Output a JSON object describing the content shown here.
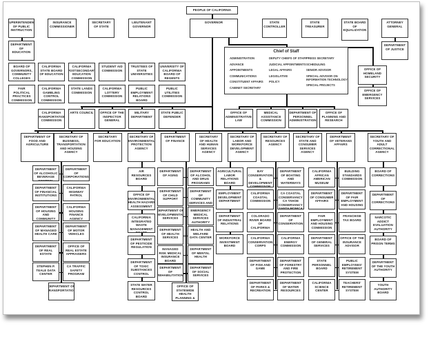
{
  "top": {
    "people": "People of California",
    "governor": "Governor",
    "superintendent": "Superintendent of Public Instruction",
    "dept_education": "Department of Education",
    "insurance": "Insurance Commissioner",
    "sec_state": "Secretary of State",
    "lt_gov": "Lieutenant Governor",
    "controller": "State Controller",
    "treasurer": "State Treasurer",
    "equalization": "State Board of Equalization",
    "attorney_general": "Attorney General",
    "justice": "Department of Justice",
    "homeland": "Office of Homeland Security",
    "emergency": "Office of Emergency Services"
  },
  "chief_of_staff": {
    "title": "Chief of Staff",
    "col1": [
      "Administration",
      "Advance",
      "Appointments",
      "Communications",
      "Constituent Affairs",
      "Cabinet Secretary"
    ],
    "col2": [
      "Deputy Chiefs of Staff",
      "Judicial Appointments",
      "Legal Affairs",
      "Legislative",
      "Policy"
    ],
    "col3": [
      "Press Secretary",
      "Scheduling",
      "Senior Advisor",
      "Special Advisor on Information Technology",
      "Special Projects"
    ]
  },
  "education_boards": [
    "Board of Governors, Community Colleges",
    "California State Board of Education",
    "California Postsecondary Education Commission",
    "Student Aid Commission",
    "Trustees of State Universities",
    "University of California Board of Regents",
    "Fair Political Practices Commission",
    "California Gambling Control Commission",
    "State Lands Commission",
    "California Lottery Commission",
    "Public Employment Relations Board",
    "Public Utilities Commission"
  ],
  "governor_offices": [
    "California Transportation Commission",
    "Arts Council",
    "Office of the Inspector General",
    "Military Department",
    "State Public Defender"
  ],
  "chief_offices": [
    "Office of Administrative Law",
    "Medical Assistance Commission",
    "Department of Personnel Administration",
    "Office of Planning and Research"
  ],
  "agencies": [
    "Department of Food and Agriculture",
    "Secretary of Business, Transportation and Housing Agency",
    "Secretary for Education",
    "Secretary of Environmental Protection Agency",
    "Department of Finance",
    "Secretary of Health and Human Services Agency",
    "Secretary of Labor and Workforce Development Agency",
    "Secretary of Resources Agency",
    "Secretary of State and Consumer Services Agency",
    "Department of Veterans Affairs",
    "Secretary of Youth and Adult Correctional Agency"
  ],
  "business": {
    "left": [
      "Department of Alcoholic Beverage Control",
      "Department of Financial Institutions",
      "Department of Housing and Community Development",
      "Department of Managed Health Care",
      "Department of Real Estate",
      "Stephen P. Teale Data Center"
    ],
    "right": [
      "Department of Corporations",
      "California Highway Patrol",
      "California Housing Finance Agency",
      "Department of Motor Vehicles",
      "Office of Real Estate Appraisers",
      "CA Traffic Safety Program"
    ],
    "bottom": "Department of Transportation"
  },
  "environment": [
    "Air Resources Board",
    "Office of Environmental Health Hazard Assessment",
    "California Integrated Waste Management Board",
    "Department of Pesticide Regulation",
    "Department of Toxic Substances Control",
    "State Water Resources Control Board"
  ],
  "health": {
    "left": [
      "Department of Aging",
      "Department of Child Support",
      "Department of Developmental Services",
      "Department of Health Services",
      "Managed Risk Medical Insurance Board",
      "Department of Rehabilitation"
    ],
    "right": [
      "Department of Alcohol and Drug Programs",
      "Department of Community Services and Development",
      "Emergency Medical Services Authority",
      "Health and Welfare Data Center",
      "Department of Mental Health",
      "Department of Social Services"
    ],
    "bottom": "Office of Statewide Health Planning & Development"
  },
  "labor": [
    "Agricultural Labor Relations Board",
    "Employment Development Department",
    "Department of Industrial Relations",
    "Workforce Investment Board"
  ],
  "resources": {
    "left": [
      "Bay Conservation & Development Commission",
      "California Coastal Commission",
      "Colorado River Board of California",
      "California Conservation Corps",
      "Department of Fish and Game",
      "Department of Parks & Recreation"
    ],
    "right": [
      "Department of Boating and Waterways",
      "CA Coastal Conservancy CA Tahoe Conservancy Santa Monica Mountains Conservancy",
      "Department of Conservation",
      "California Energy Commission",
      "Department of Forestry and Fire Protection",
      "Department of Water Resources"
    ]
  },
  "consumer": {
    "left": [
      "California African American Museum",
      "Department of Consumer Affairs",
      "Fair Employment and Housing Commission",
      "Department of General Services",
      "State Personnel Board",
      "California Science Center"
    ],
    "right": [
      "Building Standards Commission",
      "Department of Fair Employment and Housing",
      "Franchise Tax Board",
      "Office of the Insurance Advisor",
      "Public Employees' Retirement System",
      "Teachers' Retirement System"
    ]
  },
  "youth": [
    "Board of Corrections",
    "Department of Corrections",
    "Narcotic Addict Evaluation Authority",
    "Board of Prison Terms",
    "Department of the Youth Authority",
    "Youth Authority Board"
  ]
}
